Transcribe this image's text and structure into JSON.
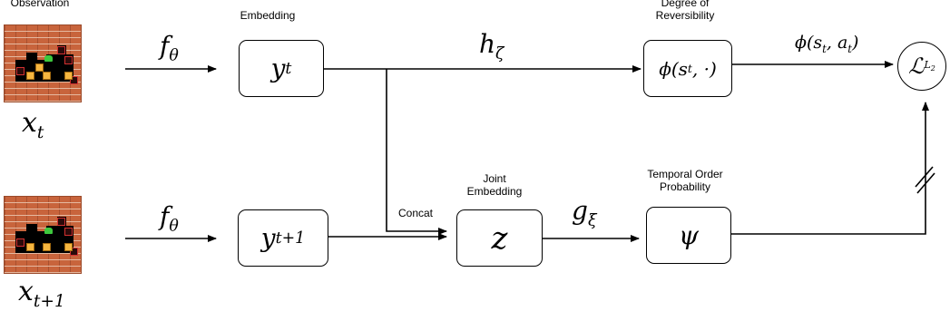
{
  "labels": {
    "observation": "Observation",
    "embedding": "Embedding",
    "degree_of_reversibility": "Degree of\nReversibility",
    "joint_embedding": "Joint\nEmbedding",
    "temporal_order_probability": "Temporal Order\nProbability",
    "concat": "Concat"
  },
  "math": {
    "f_theta_top": "f",
    "f_theta_top_sub": "θ",
    "f_theta_bottom": "f",
    "f_theta_bottom_sub": "θ",
    "h_zeta": "h",
    "h_zeta_sub": "ζ",
    "g_xi": "g",
    "g_xi_sub": "ξ",
    "phi_st_at": "ϕ(s",
    "phi_st_at_sub1": "t",
    "phi_st_at_mid": ", a",
    "phi_st_at_sub2": "t",
    "phi_st_at_end": ")",
    "x_t": "x",
    "x_t_sub": "t",
    "x_t1": "x",
    "x_t1_sub": "t+1"
  },
  "boxes": {
    "y_t": "y",
    "y_t_sub": "t",
    "y_t1": "y",
    "y_t1_sub": "t+1",
    "phi_box": "ϕ(s",
    "phi_box_sub": "t",
    "phi_box_end": ", ·)",
    "z": "z",
    "psi": "ψ",
    "loss": "ℒ",
    "loss_sub": "L",
    "loss_subsub": "2"
  },
  "colors": {
    "line": "#000000",
    "brick": "#c8643c",
    "sokoban_box": "#f5b640",
    "sokoban_agent": "#3ec83e",
    "sokoban_target": "#d23030"
  }
}
